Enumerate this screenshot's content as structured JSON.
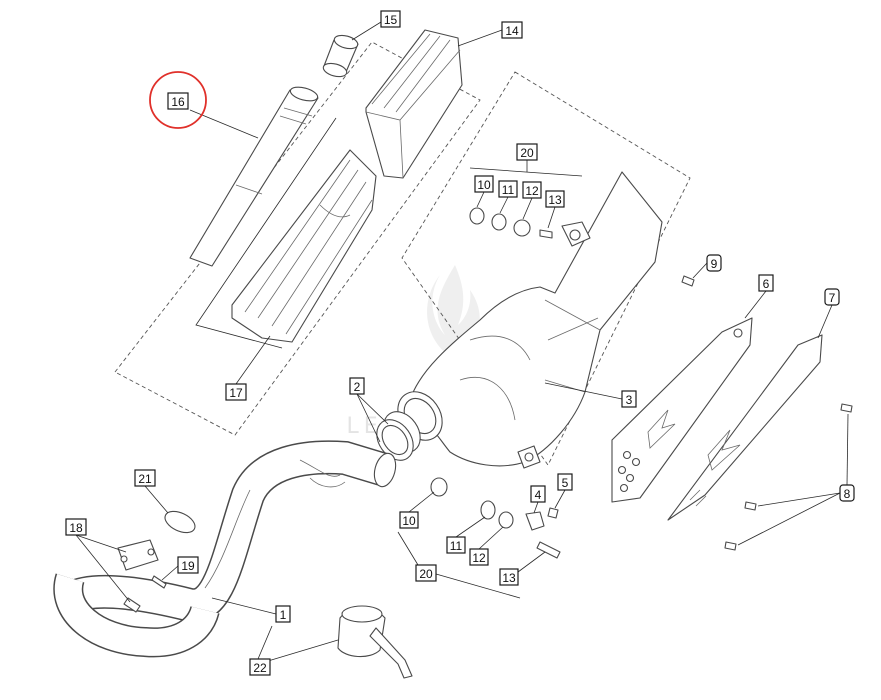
{
  "diagram": {
    "watermark": "LEADVENTURE",
    "highlight_color": "#e0302a",
    "callouts": {
      "c15": "15",
      "c14": "14",
      "c16": "16",
      "c17": "17",
      "c20a": "20",
      "c10a": "10",
      "c11a": "11",
      "c12a": "12",
      "c13a": "13",
      "c9": "9",
      "c6": "6",
      "c7": "7",
      "c3": "3",
      "c2": "2",
      "c21": "21",
      "c18": "18",
      "c19": "19",
      "c5": "5",
      "c4": "4",
      "c10b": "10",
      "c11b": "11",
      "c12b": "12",
      "c13b": "13",
      "c20b": "20",
      "c8": "8",
      "c1": "1",
      "c22": "22"
    }
  }
}
